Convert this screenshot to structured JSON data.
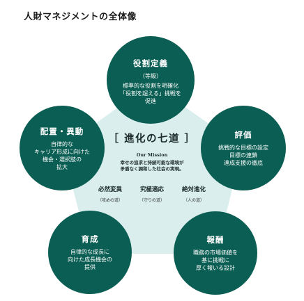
{
  "title": "人財マネジメントの全体像",
  "colors": {
    "circle": "#0b5e53",
    "pentagon": "#d9eeed",
    "text_on_circle": "#ffffff"
  },
  "center": {
    "title": "［ 進化の七道 ］",
    "mission_label": "Our Mission",
    "mission_lines": [
      "幸せの追求と持続可能な環境が",
      "矛盾なく調和した社会の実現。"
    ]
  },
  "principles": [
    {
      "name": "必然変異",
      "sub": "（攻めの道）"
    },
    {
      "name": "究極適応",
      "sub": "（守りの道）"
    },
    {
      "name": "絶対進化",
      "sub": "（人の道）"
    }
  ],
  "circles": [
    {
      "title": "役割定義",
      "subtitle": "（等級）",
      "lines": [
        "標準的な役割を明確化",
        "「役割を超える」挑戦を",
        "促進"
      ]
    },
    {
      "title": "評価",
      "lines": [
        "挑戦的な目標の設定",
        "目標の連鎖",
        "達成支援の徹底"
      ]
    },
    {
      "title": "報酬",
      "lines": [
        "職務の市場価値を",
        "基に挑戦に",
        "厚く報いる設計"
      ]
    },
    {
      "title": "育成",
      "lines": [
        "自律的な成長に",
        "向けた成長機会の",
        "提供"
      ]
    },
    {
      "title": "配置・異動",
      "lines": [
        "自律的な",
        "キャリア形成に向けた",
        "機会・選択肢の",
        "拡大"
      ]
    }
  ]
}
